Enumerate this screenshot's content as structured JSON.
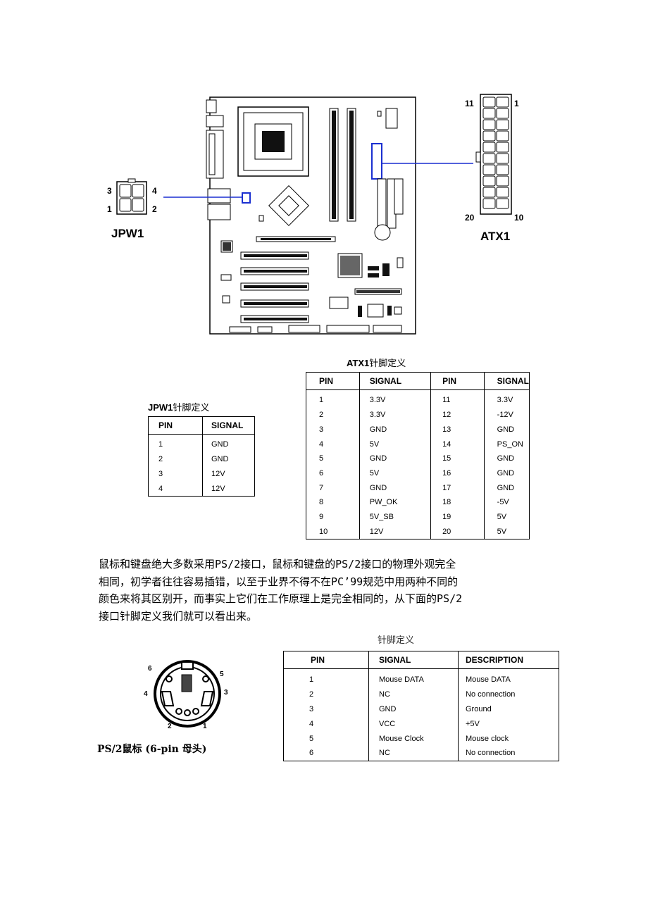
{
  "diagram": {
    "jpw1": {
      "name": "JPW1",
      "pins": {
        "p1": "1",
        "p2": "2",
        "p3": "3",
        "p4": "4"
      }
    },
    "atx1": {
      "name": "ATX1",
      "pins": {
        "p1": "1",
        "p10": "10",
        "p11": "11",
        "p20": "20"
      }
    }
  },
  "jpw1_table": {
    "title_bold": "JPW1",
    "title_cn": "针脚定义",
    "headers": [
      "PIN",
      "SIGNAL"
    ],
    "rows": [
      [
        "1",
        "GND"
      ],
      [
        "2",
        "GND"
      ],
      [
        "3",
        "12V"
      ],
      [
        "4",
        "12V"
      ]
    ]
  },
  "atx1_table": {
    "title_bold": "ATX1",
    "title_cn": "针脚定义",
    "headers": [
      "PIN",
      "SIGNAL",
      "PIN",
      "SIGNAL"
    ],
    "rows": [
      [
        "1",
        "3.3V",
        "11",
        "3.3V"
      ],
      [
        "2",
        "3.3V",
        "12",
        "-12V"
      ],
      [
        "3",
        "GND",
        "13",
        "GND"
      ],
      [
        "4",
        "5V",
        "14",
        "PS_ON"
      ],
      [
        "5",
        "GND",
        "15",
        "GND"
      ],
      [
        "6",
        "5V",
        "16",
        "GND"
      ],
      [
        "7",
        "GND",
        "17",
        "GND"
      ],
      [
        "8",
        "PW_OK",
        "18",
        "-5V"
      ],
      [
        "9",
        "5V_SB",
        "19",
        "5V"
      ],
      [
        "10",
        "12V",
        "20",
        "5V"
      ]
    ]
  },
  "paragraph": [
    "鼠标和键盘绝大多数采用PS/2接口，鼠标和键盘的PS/2接口的物理外观完全",
    "相同，初学者往往容易插错，以至于业界不得不在PC’99规范中用两种不同的",
    "颜色来将其区别开，而事实上它们在工作原理上是完全相同的，从下面的PS/2",
    "接口针脚定义我们就可以看出来。"
  ],
  "ps2": {
    "caption": "PS/2鼠标 (6-pin 母头)",
    "pins": {
      "p1": "1",
      "p2": "2",
      "p3": "3",
      "p4": "4",
      "p5": "5",
      "p6": "6"
    }
  },
  "ps2_table": {
    "title": "针脚定义",
    "headers": [
      "PIN",
      "SIGNAL",
      "DESCRIPTION"
    ],
    "rows": [
      [
        "1",
        "Mouse DATA",
        "Mouse DATA"
      ],
      [
        "2",
        "NC",
        "No connection"
      ],
      [
        "3",
        "GND",
        "Ground"
      ],
      [
        "4",
        "VCC",
        "+5V"
      ],
      [
        "5",
        "Mouse Clock",
        "Mouse clock"
      ],
      [
        "6",
        "NC",
        "No connection"
      ]
    ]
  }
}
